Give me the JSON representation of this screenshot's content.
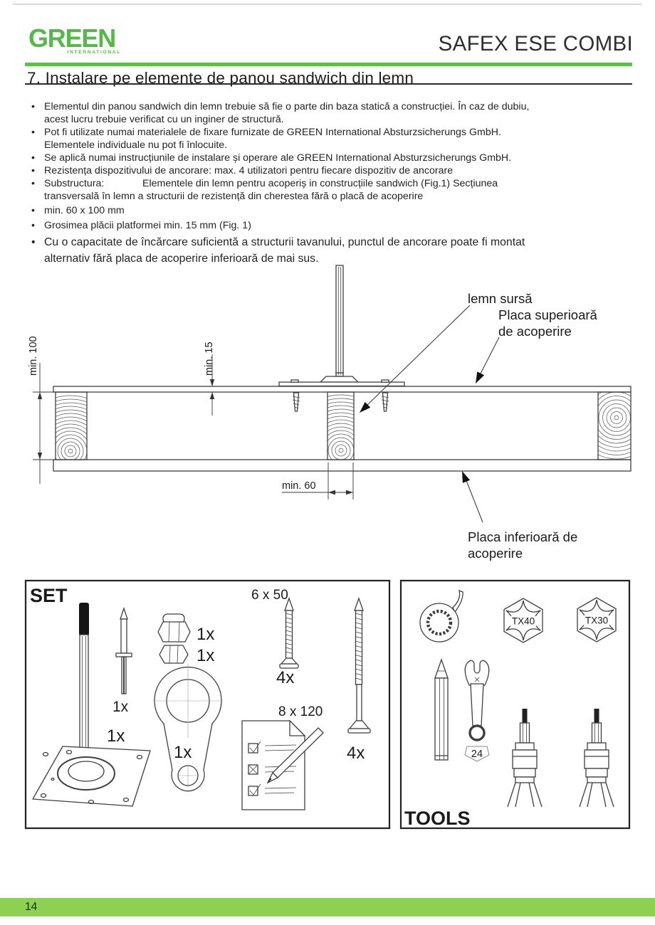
{
  "colors": {
    "brand_green": "#55b948",
    "rule_green": "#5cbf4b",
    "footer_green": "#8ed051"
  },
  "header": {
    "logo_text": "GREEN",
    "logo_subtext": "INTERNATIONAL",
    "product_title": "SAFEX ESE COMBI"
  },
  "section": {
    "title": "7. Instalare pe elemente de panou sandwich din lemn"
  },
  "bullet_char": "•",
  "bullets": [
    {
      "text": "Elementul din panou sandwich din lemn trebuie să fie o parte din baza statică a construcției. În caz de dubiu,\nacest lucru trebuie verificat cu un inginer de structură."
    },
    {
      "text": "Pot fi utilizate numai materialele de fixare furnizate de GREEN International Absturzsicherungs GmbH.\nElementele individuale nu pot fi înlocuite."
    },
    {
      "text": "Se aplică numai instrucțiunile de instalare și operare ale GREEN International Absturzsicherungs GmbH."
    },
    {
      "text": "Rezistența dispozitivului de ancorare: max. 4 utilizatori pentru fiecare dispozitiv de ancorare"
    },
    {
      "lead": "Substructura:",
      "rest": "Elementele din lemn pentru acoperiș in construcțiile sandwich (Fig.1) Secțiunea\ntransversală în lemn a structurii de rezistență din cherestea fără o placă de acoperire"
    },
    {
      "text": "min. 60 x 100 mm"
    },
    {
      "text": "Grosimea plăcii platformei min. 15 mm (Fig. 1)"
    },
    {
      "text": "Cu o capacitate de încărcare suficientă a structurii tavanului, punctul de ancorare poate fi montat\nalternativ fără placa de acoperire inferioară de mai sus."
    }
  ],
  "figure": {
    "dim_height": "min. 100",
    "dim_plate_thickness": "min. 15",
    "dim_beam_width": "min. 60",
    "label_wood_beam": "lemn sursă",
    "label_top_plate_line1": "Placa superioară",
    "label_top_plate_line2": "de acoperire",
    "label_bottom_plate_line1": "Placa inferioară de",
    "label_bottom_plate_line2": "acoperire"
  },
  "set_box": {
    "title": "SET",
    "anchor_qty": "1x",
    "pin_qty": "1x",
    "cap_nut_qty": "1x",
    "nut_qty": "1x",
    "eye_plate_qty": "1x",
    "small_screw_size": "6 x 50",
    "small_screw_qty": "4x",
    "large_screw_size": "8 x 120",
    "large_screw_qty": "4x"
  },
  "tools_box": {
    "title": "TOOLS",
    "torx_bit_1": "TX40",
    "torx_bit_2": "TX30",
    "wrench_size": "24"
  },
  "footer": {
    "page_number": "14"
  }
}
